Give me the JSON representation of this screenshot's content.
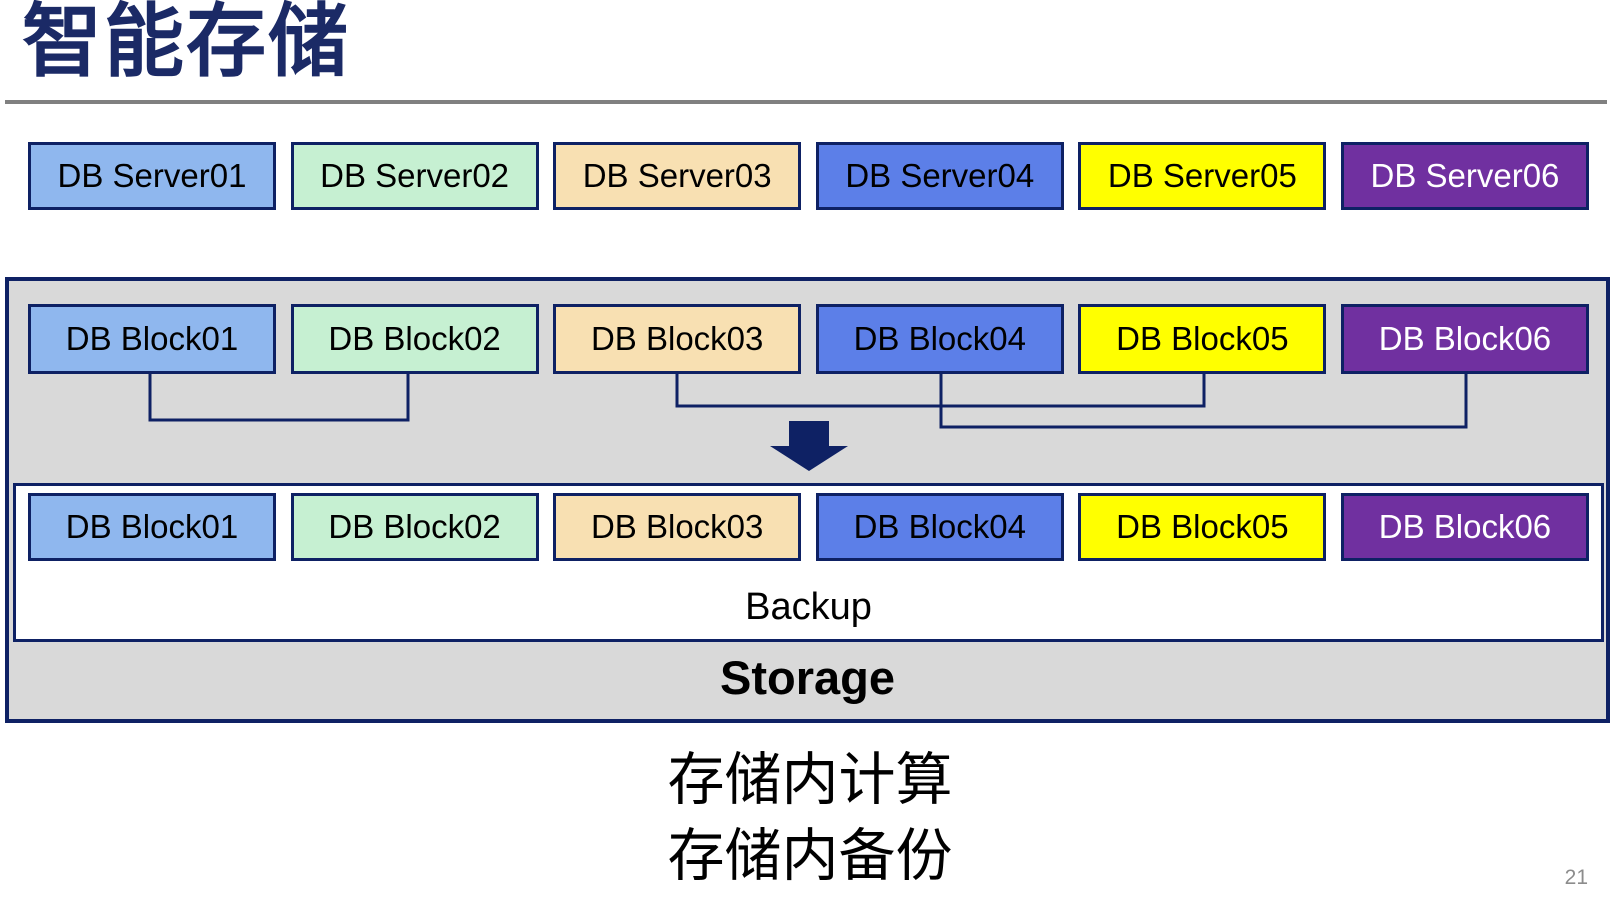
{
  "slide": {
    "title": "智能存储",
    "page_number": "21"
  },
  "palette": {
    "navy": "#0E2164",
    "title_color": "#1B2A66",
    "panel_gray": "#D9D9D9",
    "divider_gray": "#808080",
    "page_number_gray": "#8C8C8C"
  },
  "server_row": {
    "items": [
      {
        "label": "DB Server01",
        "bg": "#8FB7EE",
        "fg": "#000000"
      },
      {
        "label": "DB Server02",
        "bg": "#C6F0D2",
        "fg": "#000000"
      },
      {
        "label": "DB Server03",
        "bg": "#F8E0B2",
        "fg": "#000000"
      },
      {
        "label": "DB Server04",
        "bg": "#5C7FE8",
        "fg": "#000000"
      },
      {
        "label": "DB Server05",
        "bg": "#FFFF00",
        "fg": "#000000"
      },
      {
        "label": "DB Server06",
        "bg": "#7030A0",
        "fg": "#FFFFFF"
      }
    ]
  },
  "storage_panel": {
    "block_row": {
      "items": [
        {
          "label": "DB Block01",
          "bg": "#8FB7EE",
          "fg": "#000000"
        },
        {
          "label": "DB Block02",
          "bg": "#C6F0D2",
          "fg": "#000000"
        },
        {
          "label": "DB Block03",
          "bg": "#F8E0B2",
          "fg": "#000000"
        },
        {
          "label": "DB Block04",
          "bg": "#5C7FE8",
          "fg": "#000000"
        },
        {
          "label": "DB Block05",
          "bg": "#FFFF00",
          "fg": "#000000"
        },
        {
          "label": "DB Block06",
          "bg": "#7030A0",
          "fg": "#FFFFFF"
        }
      ]
    },
    "backup_row": {
      "items": [
        {
          "label": "DB Block01",
          "bg": "#8FB7EE",
          "fg": "#000000"
        },
        {
          "label": "DB Block02",
          "bg": "#C6F0D2",
          "fg": "#000000"
        },
        {
          "label": "DB Block03",
          "bg": "#F8E0B2",
          "fg": "#000000"
        },
        {
          "label": "DB Block04",
          "bg": "#5C7FE8",
          "fg": "#000000"
        },
        {
          "label": "DB Block05",
          "bg": "#FFFF00",
          "fg": "#000000"
        },
        {
          "label": "DB Block06",
          "bg": "#7030A0",
          "fg": "#FFFFFF"
        }
      ]
    },
    "backup_label": "Backup",
    "storage_label": "Storage"
  },
  "caption": {
    "line1": "存储内计算",
    "line2": "存储内备份"
  }
}
